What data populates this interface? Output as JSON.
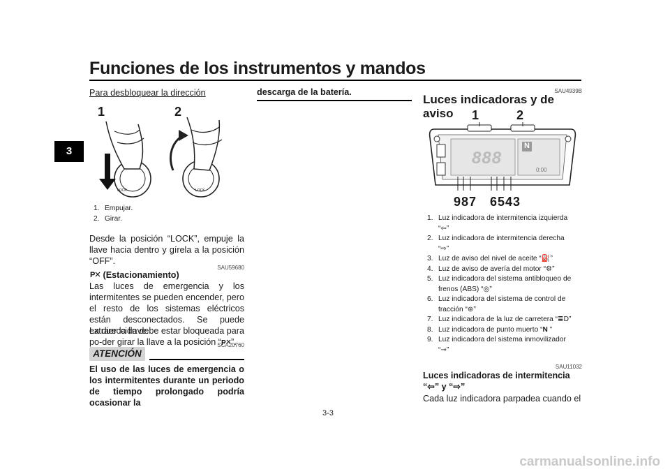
{
  "header": {
    "title": "Funciones de los instrumentos y mandos",
    "chapter_tab": "3"
  },
  "col1": {
    "subheading": "Para desbloquear la dirección",
    "fig_numbers": [
      "1",
      "2"
    ],
    "fig_lock_text": "LOCK",
    "captions": [
      {
        "n": "1.",
        "text": "Empujar."
      },
      {
        "n": "2.",
        "text": "Girar."
      }
    ],
    "para1": "Desde la posición “LOCK”, empuje la llave hacia dentro y gírela a la posición “OFF”.",
    "code1": "SAU59680",
    "parking_heading": "(Estacionamiento)",
    "para2": "Las luces de emergencia y los intermitentes se pueden encender, pero el resto de los sistemas eléctricos están desconectados. Se puede extraer la llave.",
    "para3_a": "La dirección debe estar bloqueada para po-der girar la llave a la posición “",
    "para3_b": "”.",
    "code2": "SCA20760",
    "attention_label": "ATENCIÓN",
    "warning_text": "El uso de las luces de emergencia o los intermitentes durante un periodo de tiempo prolongado podría ocasionar la"
  },
  "col2": {
    "warning_cont": "descarga de la batería."
  },
  "col3": {
    "code1": "SAU4939B",
    "heading": "Luces indicadoras y de aviso",
    "top_callouts": [
      "1",
      "2"
    ],
    "bottom_callouts_left": "987",
    "bottom_callouts_right": "6543",
    "dash_digits": "888",
    "dash_gear": "N",
    "dash_time": "0:00",
    "captions": [
      {
        "n": "1.",
        "text": "Luz indicadora de intermitencia izquierda",
        "sym": "“⇦”"
      },
      {
        "n": "2.",
        "text": "Luz indicadora de intermitencia derecha",
        "sym": "“⇨”"
      },
      {
        "n": "3.",
        "text": "Luz de aviso del nivel de aceite “",
        "sym": ""
      },
      {
        "n": "4.",
        "text": "Luz de aviso de avería del motor “",
        "sym": ""
      },
      {
        "n": "5.",
        "text": "Luz indicadora del sistema antibloqueo de frenos (ABS) “",
        "sym": ""
      },
      {
        "n": "6.",
        "text": "Luz indicadora del sistema de control de tracción “",
        "sym": ""
      },
      {
        "n": "7.",
        "text": "Luz indicadora de la luz de carretera “",
        "sym": ""
      },
      {
        "n": "8.",
        "text": "Luz indicadora de punto muerto “",
        "sym": ""
      },
      {
        "n": "9.",
        "text": "Luz indicadora del sistema inmovilizador",
        "sym": "“⊸”"
      }
    ],
    "code2": "SAU11032",
    "subheading_a": "Luces indicadoras de intermitencia “",
    "subheading_b": "” y “",
    "subheading_c": "”",
    "para": "Cada luz indicadora parpadea cuando el"
  },
  "footer": {
    "page": "3-3"
  },
  "watermark": "carmanualsonline.info"
}
